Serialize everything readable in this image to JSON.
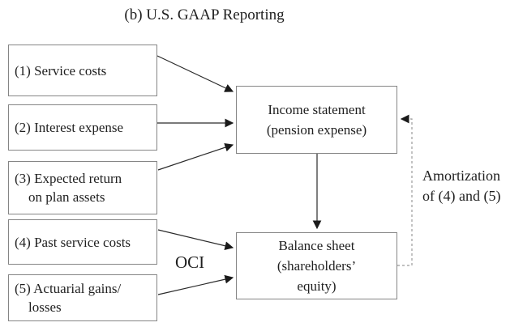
{
  "diagram": {
    "title": "(b) U.S. GAAP Reporting",
    "source_boxes": [
      {
        "label": "(1) Service costs"
      },
      {
        "label": "(2) Interest expense"
      },
      {
        "label": "(3) Expected return\non plan assets"
      },
      {
        "label": "(4) Past service costs"
      },
      {
        "label": "(5) Actuarial gains/\nlosses"
      }
    ],
    "target_boxes": {
      "income_statement": {
        "label": "Income statement\n(pension expense)"
      },
      "balance_sheet": {
        "label": "Balance sheet\n(shareholders’\nequity)"
      }
    },
    "edge_labels": {
      "oci": "OCI",
      "amortization": "Amortization\nof (4) and (5)"
    },
    "colors": {
      "box_border": "#858585",
      "arrow": "#2a2a2a",
      "dashed_arrow": "#9b9b9b",
      "text": "#1f1f1f",
      "background": "#ffffff"
    }
  }
}
